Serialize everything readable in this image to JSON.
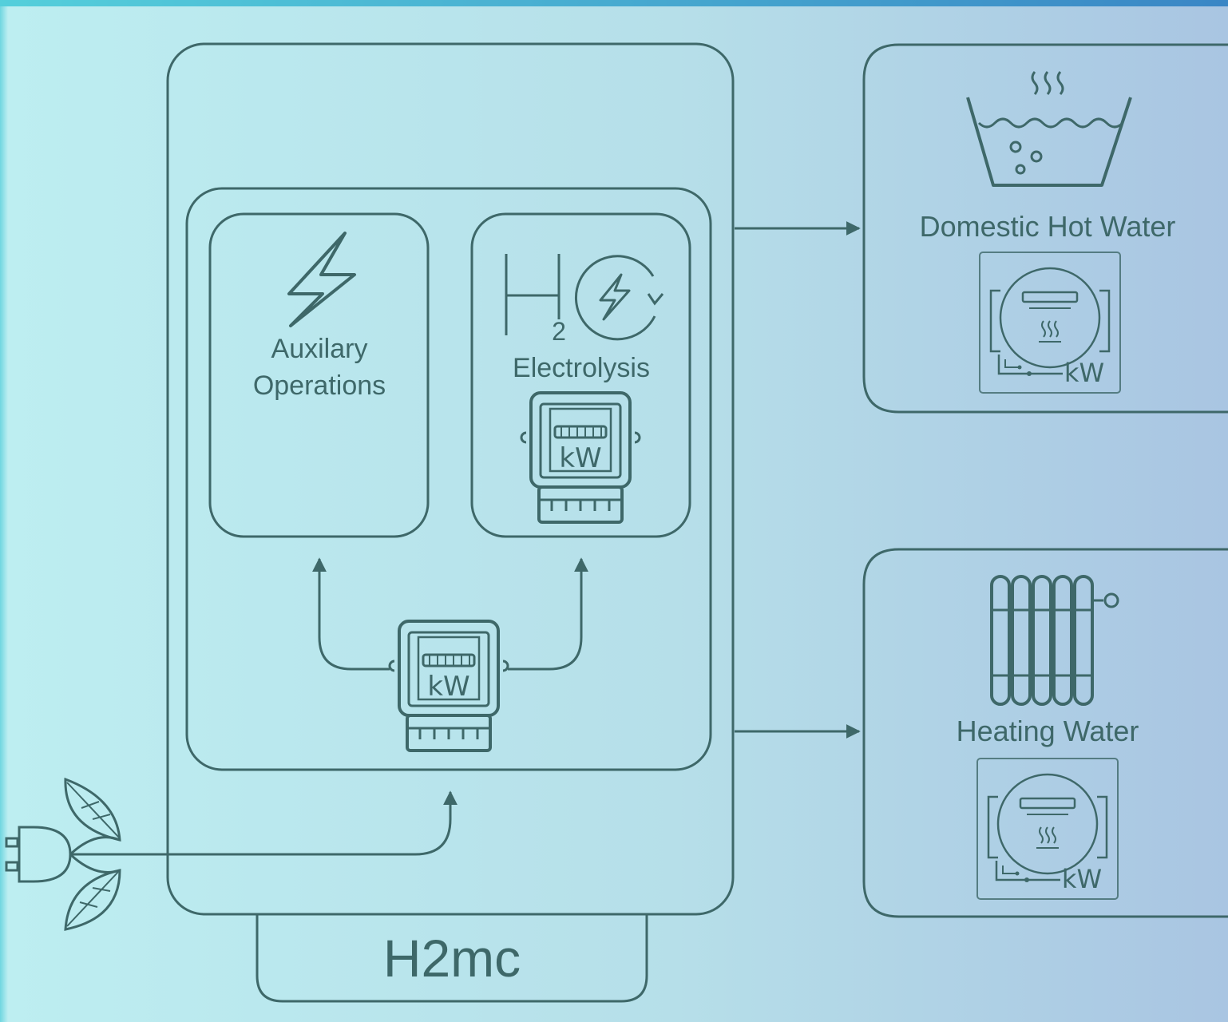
{
  "colors": {
    "stroke": "#3e6869",
    "bg_left": "#bdeef1",
    "bg_right": "#a9c5e2",
    "top_bar_left": "#54cfdb",
    "top_bar_right": "#3a86c5"
  },
  "h2mc": {
    "title": "H2mc"
  },
  "auxiliary": {
    "label_line1": "Auxilary",
    "label_line2": "Operations",
    "icon": "lightning-icon"
  },
  "electrolysis": {
    "label": "Electrolysis",
    "icon": "h2-electrolysis-icon",
    "subscript": "2",
    "meter_unit": "kW"
  },
  "main_meter": {
    "unit": "kW"
  },
  "domestic_hot_water": {
    "label": "Domestic Hot Water",
    "icon": "hot-water-basin-icon",
    "meter_unit": "kW"
  },
  "heating_water": {
    "label": "Heating Water",
    "icon": "radiator-icon",
    "meter_unit": "kW"
  },
  "supply": {
    "icon": "green-plug-icon"
  }
}
